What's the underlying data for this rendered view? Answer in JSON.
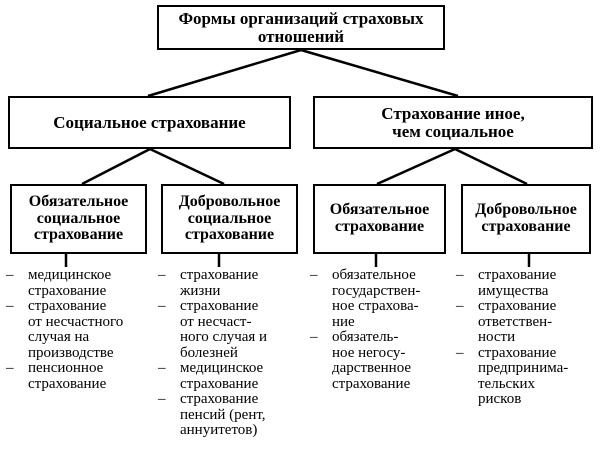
{
  "title": "Формы организаций страховых отношений",
  "top": {
    "lines": [
      "Формы организаций страховых",
      "отношений"
    ]
  },
  "level2": [
    {
      "lines": [
        "Социальное страхование"
      ]
    },
    {
      "lines": [
        "Страхование иное,",
        "чем социальное"
      ]
    }
  ],
  "level3": [
    {
      "lines": [
        "Обязательное",
        "социальное",
        "страхование"
      ],
      "items": [
        "медицинское\nстрахование",
        "страхование\nот несчастного\nслучая на\nпроизводстве",
        "пенсионное\nстрахование"
      ]
    },
    {
      "lines": [
        "Добровольное",
        "социальное",
        "страхование"
      ],
      "items": [
        "страхование\nжизни",
        "страхование\nот несчаст-\nного случая и\nболезней",
        "медицинское\nстрахование",
        "страхование\nпенсий (рент,\nаннуитетов)"
      ]
    },
    {
      "lines": [
        "Обязательное",
        "страхование"
      ],
      "items": [
        "обязательное\nгосударствен-\nное страхова-\nние",
        "обязатель-\nное негосу-\nдарственное\nстрахование"
      ]
    },
    {
      "lines": [
        "Добровольное",
        "страхование"
      ],
      "items": [
        "страхование\nимущества",
        "страхование\nответствен-\nности",
        "страхование\nпредпринима-\nтельских\nрисков"
      ]
    }
  ],
  "bullet": "–"
}
